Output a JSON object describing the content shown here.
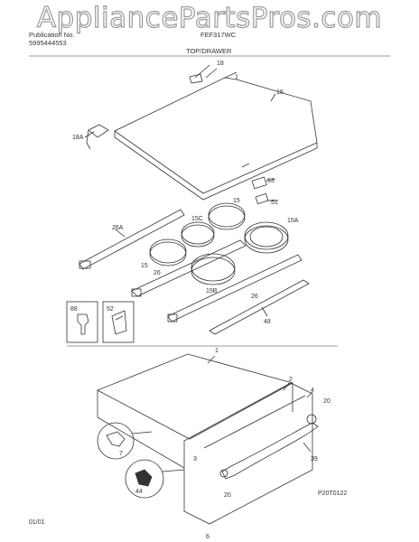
{
  "watermark": "AppliancePartsPros.com",
  "header": {
    "line1": "Publication No.",
    "line2": "5995444553",
    "model": "FEF317WC",
    "section_title": "TOP/DRAWER"
  },
  "callouts": {
    "c18": "18",
    "c16": "16",
    "c18a": "18A",
    "c53": "53",
    "c15top": "15",
    "c51": "51",
    "c15c": "15C",
    "c26a": "26A",
    "c15a": "15A",
    "c15left": "15",
    "c26left": "26",
    "c15b": "15B",
    "c26right": "26",
    "c88": "88",
    "c52": "52",
    "c48": "48",
    "c1": "1",
    "c2": "2",
    "c4": "4",
    "c20top": "20",
    "c3": "3",
    "c39": "39",
    "c7": "7",
    "c44": "44",
    "c20bot": "20",
    "c6": "6"
  },
  "footer": {
    "date": "01/01",
    "diagram_code": "P20T0122"
  }
}
